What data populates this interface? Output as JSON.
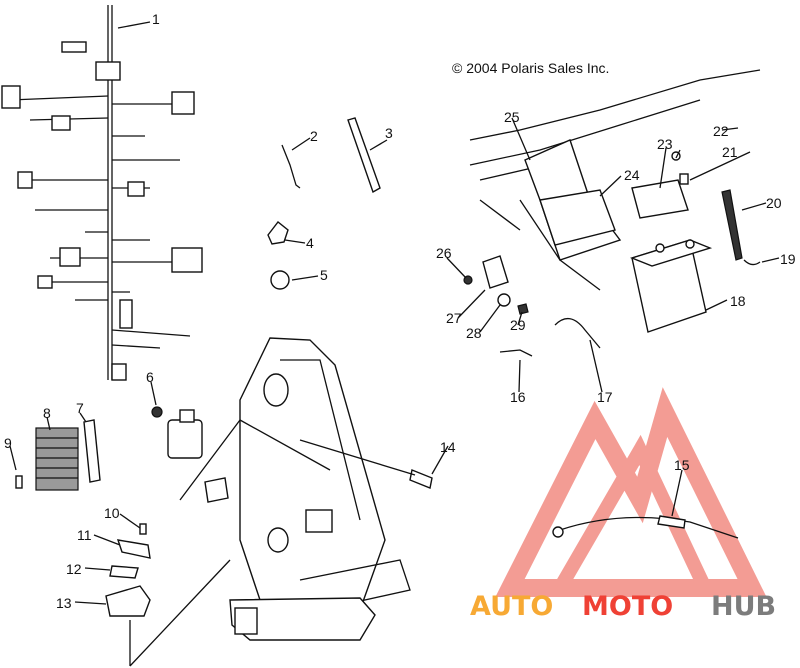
{
  "copyright": "© 2004 Polaris Sales Inc.",
  "callouts": [
    "1",
    "2",
    "3",
    "4",
    "5",
    "6",
    "7",
    "8",
    "9",
    "10",
    "11",
    "12",
    "13",
    "14",
    "15",
    "16",
    "17",
    "18",
    "19",
    "20",
    "21",
    "22",
    "23",
    "24",
    "25",
    "26",
    "27",
    "28",
    "29"
  ],
  "watermark": {
    "part1": "AUTO",
    "part2": "MOTO",
    "part3": "HUB"
  },
  "colors": {
    "watermark_orange": "#f7a934",
    "watermark_red": "#ef4135",
    "watermark_grey": "#7c7c7c"
  }
}
